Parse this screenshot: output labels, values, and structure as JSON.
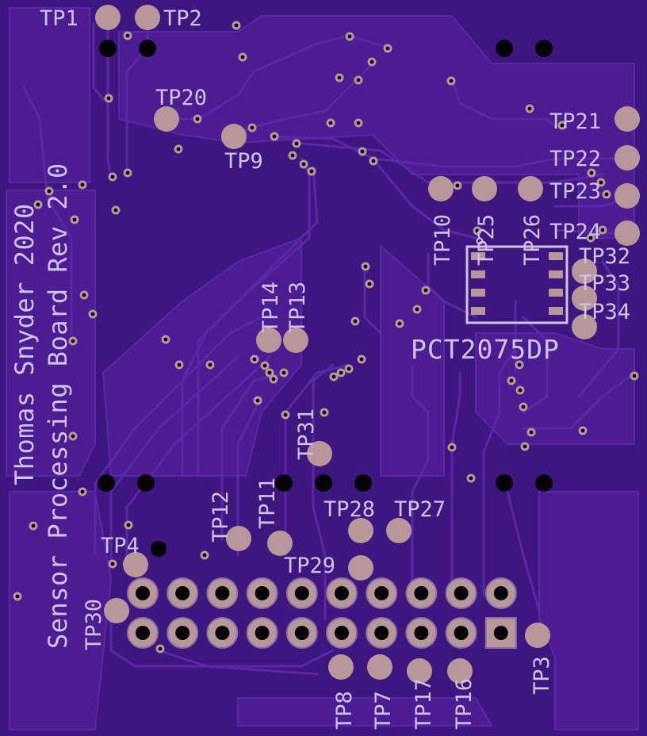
{
  "board": {
    "colors": {
      "substrate": "#3d1680",
      "copper_fill": "#4b1c92",
      "trace": "#5a28a6",
      "pad": "#b8979b",
      "pad_ring": "#8a6fa3",
      "drill": "#050308",
      "via_ring": "#b8979b",
      "silk": "#cfc4e4"
    },
    "vertical_text": [
      {
        "id": "author",
        "text": "Thomas Snyder 2020"
      },
      {
        "id": "title",
        "text": "Sensor Processing Board Rev 2.0"
      }
    ],
    "chip_label": "PCT2075DP",
    "test_points": [
      {
        "label": "TP1"
      },
      {
        "label": "TP2"
      },
      {
        "label": "TP20"
      },
      {
        "label": "TP9"
      },
      {
        "label": "TP21"
      },
      {
        "label": "TP22"
      },
      {
        "label": "TP23"
      },
      {
        "label": "TP24"
      },
      {
        "label": "TP10"
      },
      {
        "label": "TP25"
      },
      {
        "label": "TP26"
      },
      {
        "label": "TP32"
      },
      {
        "label": "TP33"
      },
      {
        "label": "TP34"
      },
      {
        "label": "TP14"
      },
      {
        "label": "TP13"
      },
      {
        "label": "TP31"
      },
      {
        "label": "TP12"
      },
      {
        "label": "TP11"
      },
      {
        "label": "TP28"
      },
      {
        "label": "TP27"
      },
      {
        "label": "TP29"
      },
      {
        "label": "TP4"
      },
      {
        "label": "TP30"
      },
      {
        "label": "TP3"
      },
      {
        "label": "TP8"
      },
      {
        "label": "TP7"
      },
      {
        "label": "TP17"
      },
      {
        "label": "TP16"
      }
    ],
    "header": {
      "rows": 2,
      "cols": 10,
      "square_pin": "bottom-right"
    }
  }
}
